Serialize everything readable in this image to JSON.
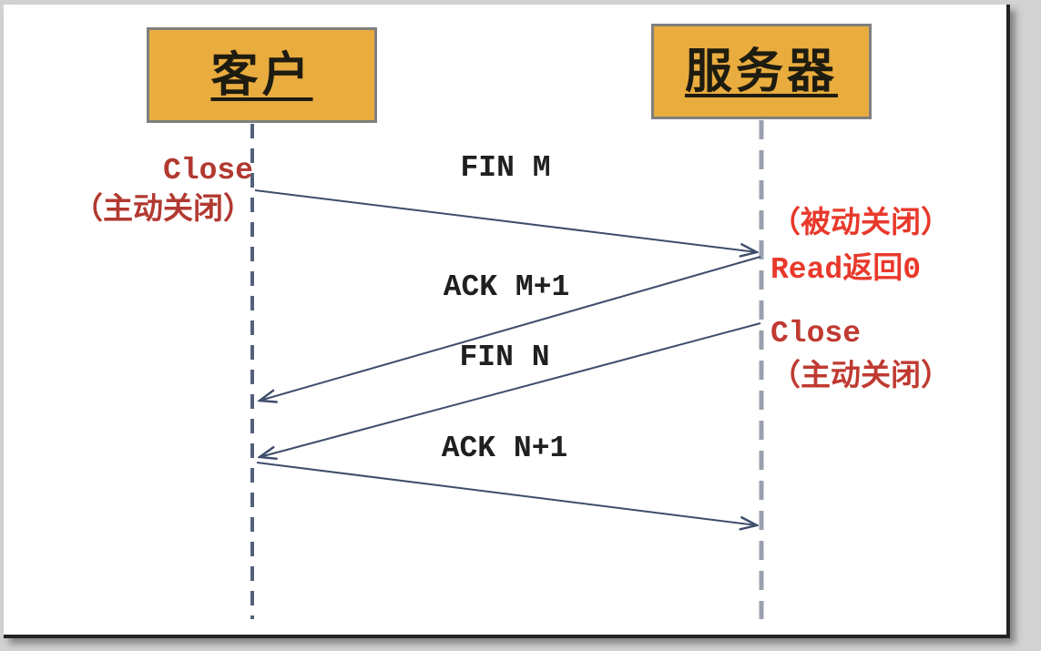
{
  "diagram": {
    "type": "sequence-diagram",
    "actors": [
      {
        "id": "client",
        "label": "客户"
      },
      {
        "id": "server",
        "label": "服务器"
      }
    ],
    "messages": [
      {
        "label": "FIN M",
        "from": "client",
        "to": "server"
      },
      {
        "label": "ACK M+1",
        "from": "server",
        "to": "client"
      },
      {
        "label": "FIN N",
        "from": "server",
        "to": "client"
      },
      {
        "label": "ACK N+1",
        "from": "client",
        "to": "server"
      }
    ],
    "annotations": {
      "client_close": {
        "side": "left",
        "lines": [
          "Close",
          "（主动关闭）"
        ]
      },
      "server_passive": {
        "side": "right",
        "lines": [
          "（被动关闭）",
          "Read返回0"
        ]
      },
      "server_close": {
        "side": "right",
        "lines": [
          "Close",
          "（主动关闭）"
        ]
      }
    },
    "colors": {
      "actor_fill": "#e9ac3e",
      "actor_border": "#7f7f7f",
      "actor_text": "#1e1c10",
      "arrow": "#3f4d6b",
      "client_lifeline": "#55617b",
      "server_lifeline": "#99a1ae",
      "message_label_text": "#1f1f1f",
      "annotation_left_red": "#b23931",
      "annotation_bright_red": "#e8392b",
      "annotation_medium_red": "#bf3a31",
      "page_background": "#ffffff",
      "page_border": "#232323"
    }
  }
}
